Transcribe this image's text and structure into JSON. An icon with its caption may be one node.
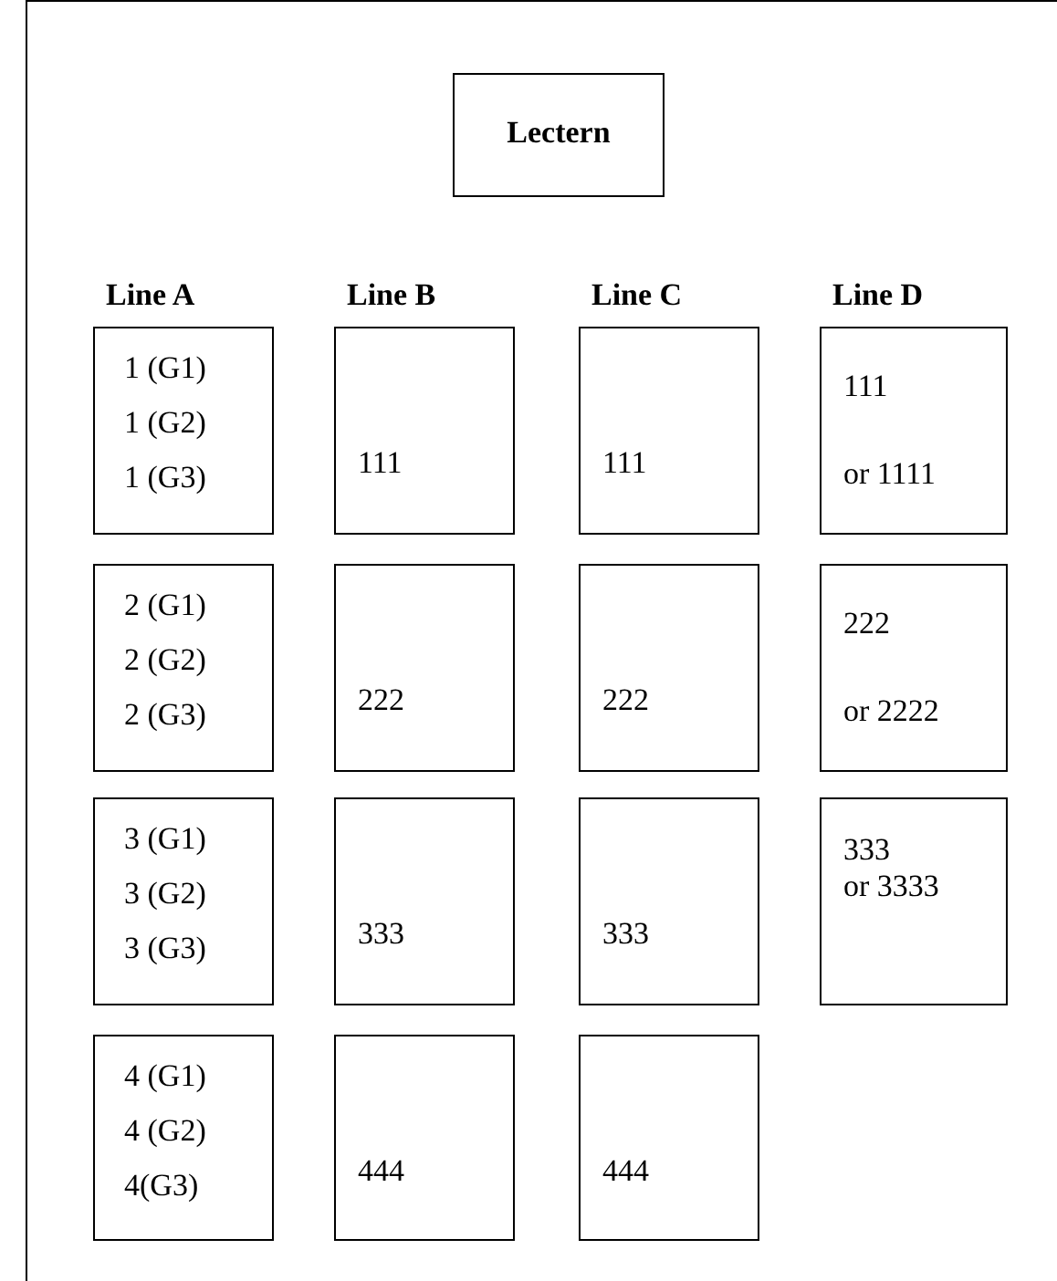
{
  "diagram": {
    "nodes": [
      {
        "text": [
          "Lectern"
        ]
      },
      {
        "text": [
          "1 (G1)",
          "1 (G2)",
          "1 (G3)"
        ]
      },
      {
        "text": [
          "111"
        ]
      },
      {
        "text": [
          "111"
        ]
      },
      {
        "text": [
          "111",
          "or 1111"
        ]
      },
      {
        "text": [
          "2 (G1)",
          "2 (G2)",
          "2 (G3)"
        ]
      },
      {
        "text": [
          "222"
        ]
      },
      {
        "text": [
          "222"
        ]
      },
      {
        "text": [
          "222",
          "or 2222"
        ]
      },
      {
        "text": [
          "3 (G1)",
          "3 (G2)",
          "3 (G3)"
        ]
      },
      {
        "text": [
          "333"
        ]
      },
      {
        "text": [
          "333"
        ]
      },
      {
        "text": [
          "333",
          "or 3333"
        ]
      },
      {
        "text": [
          "4 (G1)",
          "4 (G2)",
          "4(G3)"
        ]
      },
      {
        "text": [
          "444"
        ]
      },
      {
        "text": [
          "444"
        ]
      }
    ],
    "labels": [
      "Line A",
      "Line B",
      "Line C",
      "Line D"
    ]
  }
}
